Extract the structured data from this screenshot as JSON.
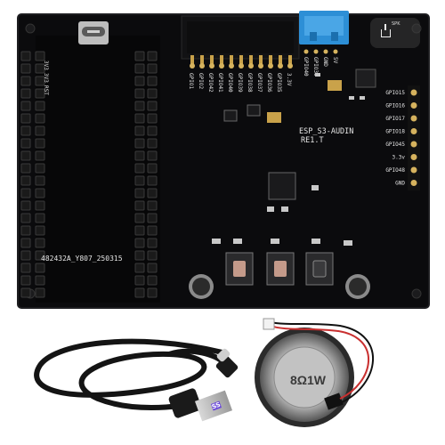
{
  "board": {
    "title": "ESP_S3-AUDIN",
    "revision": "RE1.T",
    "batch_code": "482432A_Y807_250315",
    "top_pin_labels": [
      "GPIO1",
      "GPIO2",
      "GPIO42",
      "GPIO41",
      "GPIO40",
      "GPIO39",
      "GPIO38",
      "GPIO37",
      "GPIO36",
      "GPIO35",
      "3.3V"
    ],
    "connector_labels": [
      "GPIO40",
      "GPIO39",
      "GND",
      "5V"
    ],
    "left_header_labels": [
      "3V3",
      "3V3",
      "RST"
    ],
    "right_pin_labels": [
      "GPIO15",
      "GPIO16",
      "GPIO17",
      "GPIO18",
      "GPIO45",
      "3.3v",
      "GPIO48",
      "GND"
    ]
  },
  "speaker": {
    "label": "8Ω1W"
  },
  "cable": {
    "plug_label": "SS"
  },
  "overlay": {
    "text": "SPK",
    "icon": "download-icon"
  },
  "colors": {
    "pcb": "#0b0b0d",
    "connector": "#2d8fd6",
    "copper": "#c9a24a",
    "button_pink": "#c49a8a"
  }
}
